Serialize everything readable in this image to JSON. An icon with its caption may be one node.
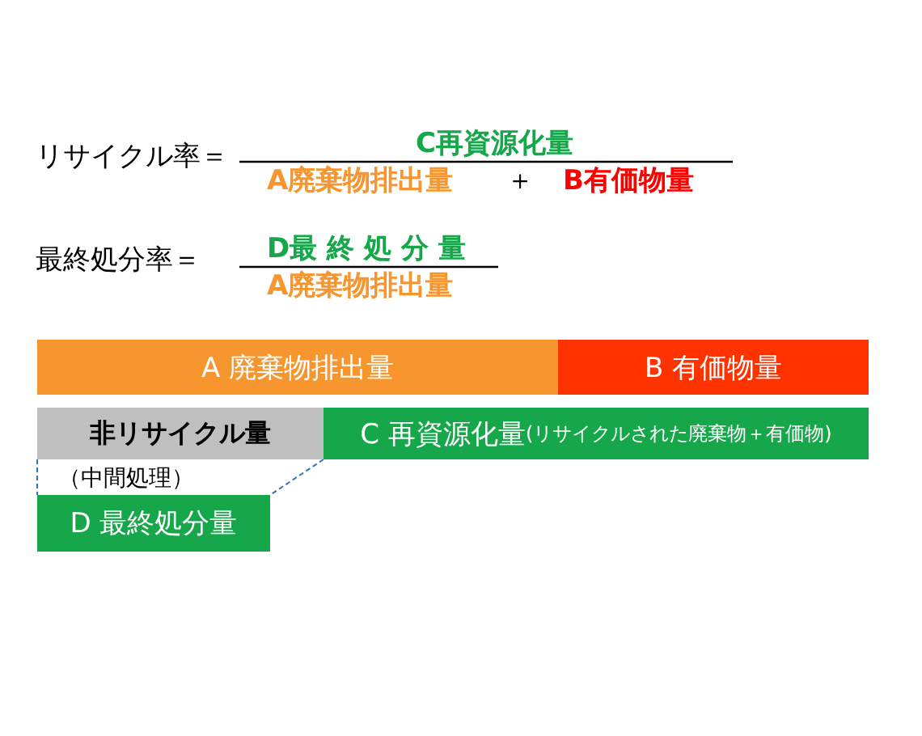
{
  "diagram": {
    "nodes": [
      {
        "text": [
          "A 廃棄物排出量"
        ]
      },
      {
        "text": [
          "B 有価物量"
        ]
      },
      {
        "text": [
          "非リサイクル量"
        ]
      },
      {
        "text": [
          "C 再資源化量",
          "(リサイクルされた廃棄物＋有価物)"
        ]
      },
      {
        "text": [
          "D 最終処分量"
        ]
      }
    ],
    "edges": [
      {
        "from": 2,
        "to": 4,
        "arrow": "none",
        "style": "dashed"
      },
      {
        "from": 2,
        "to": 4,
        "arrow": "none",
        "style": "dashed"
      }
    ],
    "labels": [
      "リサイクル率＝",
      "C再資源化量",
      "A廃棄物排出量",
      "＋",
      "B有価物量",
      "最終処分率＝",
      "D最 終 処 分 量",
      "A廃棄物排出量",
      "（中間処理）"
    ]
  }
}
